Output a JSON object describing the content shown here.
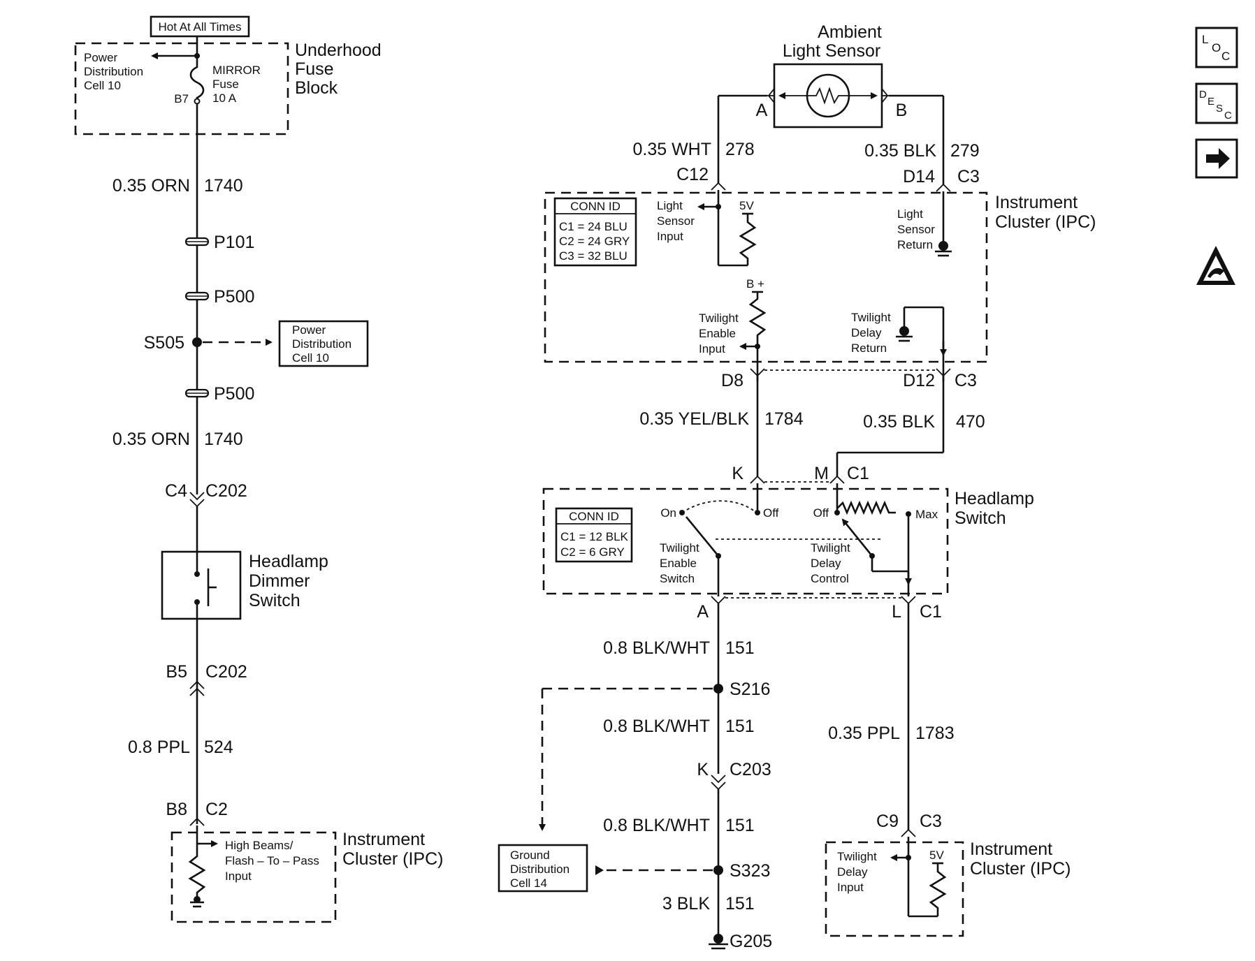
{
  "left_circuit": {
    "power_tag": "Hot At All Times",
    "fuse_block": {
      "label1": "Underhood",
      "label2": "Fuse",
      "label3": "Block"
    },
    "pdc_top": {
      "line1": "Power",
      "line2": "Distribution",
      "line3": "Cell 10"
    },
    "fuse": {
      "name": "MIRROR",
      "word": "Fuse",
      "rating": "10 A",
      "pin": "B7"
    },
    "wire1": {
      "size_color": "0.35 ORN",
      "circuit": "1740"
    },
    "connector_p101": "P101",
    "connector_p500a": "P500",
    "splice": "S505",
    "pdc_box": {
      "line1": "Power",
      "line2": "Distribution",
      "line3": "Cell 10"
    },
    "connector_p500b": "P500",
    "wire2": {
      "size_color": "0.35 ORN",
      "circuit": "1740"
    },
    "conn_c202_top": {
      "pin": "C4",
      "name": "C202"
    },
    "dimmer": {
      "line1": "Headlamp",
      "line2": "Dimmer",
      "line3": "Switch"
    },
    "conn_c202_bottom": {
      "pin": "B5",
      "name": "C202"
    },
    "wire3": {
      "size_color": "0.8 PPL",
      "circuit": "524"
    },
    "conn_c2": {
      "pin": "B8",
      "name": "C2"
    },
    "ipc_input": {
      "line1": "High Beams/",
      "line2": "Flash – To – Pass",
      "line3": "Input"
    },
    "ipc_label": {
      "line1": "Instrument",
      "line2": "Cluster (IPC)"
    }
  },
  "right_circuit": {
    "sensor": {
      "line1": "Ambient",
      "line2": "Light Sensor",
      "pin_a": "A",
      "pin_b": "B"
    },
    "wire_278": {
      "size_color": "0.35 WHT",
      "circuit": "278"
    },
    "wire_279": {
      "size_color": "0.35 BLK",
      "circuit": "279"
    },
    "pin_c12": "C12",
    "pin_d14": "D14",
    "conn_c3_top": "C3",
    "ipc_top": {
      "label1": "Instrument",
      "label2": "Cluster (IPC)",
      "conn_id": {
        "title": "CONN ID",
        "c1": "C1 = 24 BLU",
        "c2": "C2 = 24 GRY",
        "c3": "C3 = 32 BLU"
      },
      "light_sensor_input": {
        "line1": "Light",
        "line2": "Sensor",
        "line3": "Input"
      },
      "v5": "5V",
      "light_sensor_return": {
        "line1": "Light",
        "line2": "Sensor",
        "line3": "Return"
      },
      "bplus": "B +",
      "twilight_enable_input": {
        "line1": "Twilight",
        "line2": "Enable",
        "line3": "Input"
      },
      "twilight_delay_return": {
        "line1": "Twilight",
        "line2": "Delay",
        "line3": "Return"
      }
    },
    "pin_d8": "D8",
    "pin_d12": "D12",
    "conn_c3_mid": "C3",
    "wire_1784": {
      "size_color": "0.35 YEL/BLK",
      "circuit": "1784"
    },
    "wire_470": {
      "size_color": "0.35 BLK",
      "circuit": "470"
    },
    "pin_k": "K",
    "pin_m": "M",
    "conn_c1_top": "C1",
    "headlamp_switch": {
      "label1": "Headlamp",
      "label2": "Switch",
      "conn_id": {
        "title": "CONN ID",
        "c1": "C1 = 12 BLK",
        "c2": "C2 = 6 GRY"
      },
      "on": "On",
      "off1": "Off",
      "off2": "Off",
      "max": "Max",
      "twilight_enable_switch": {
        "line1": "Twilight",
        "line2": "Enable",
        "line3": "Switch"
      },
      "twilight_delay_control": {
        "line1": "Twilight",
        "line2": "Delay",
        "line3": "Control"
      }
    },
    "pin_a": "A",
    "pin_l": "L",
    "conn_c1_bottom": "C1",
    "wire_151a": {
      "size_color": "0.8 BLK/WHT",
      "circuit": "151"
    },
    "splice_s216": "S216",
    "wire_151b": {
      "size_color": "0.8 BLK/WHT",
      "circuit": "151"
    },
    "conn_c203": {
      "pin": "K",
      "name": "C203"
    },
    "wire_151c": {
      "size_color": "0.8 BLK/WHT",
      "circuit": "151"
    },
    "gdc_box": {
      "line1": "Ground",
      "line2": "Distribution",
      "line3": "Cell 14"
    },
    "splice_s323": "S323",
    "wire_151d": {
      "size_color": "3 BLK",
      "circuit": "151"
    },
    "ground": "G205",
    "wire_1783": {
      "size_color": "0.35 PPL",
      "circuit": "1783"
    },
    "conn_c9": {
      "pin": "C9",
      "name": "C3"
    },
    "ipc_bottom": {
      "label1": "Instrument",
      "label2": "Cluster (IPC)",
      "input": {
        "line1": "Twilight",
        "line2": "Delay",
        "line3": "Input"
      },
      "v5": "5V"
    }
  },
  "nav": {
    "loc": {
      "a": "L",
      "b": "O",
      "c": "C"
    },
    "desc": {
      "a": "D",
      "b": "E",
      "c": "S",
      "d": "C"
    },
    "next_icon": "right-arrow-icon",
    "esd_icon": "esd-warning-icon"
  }
}
